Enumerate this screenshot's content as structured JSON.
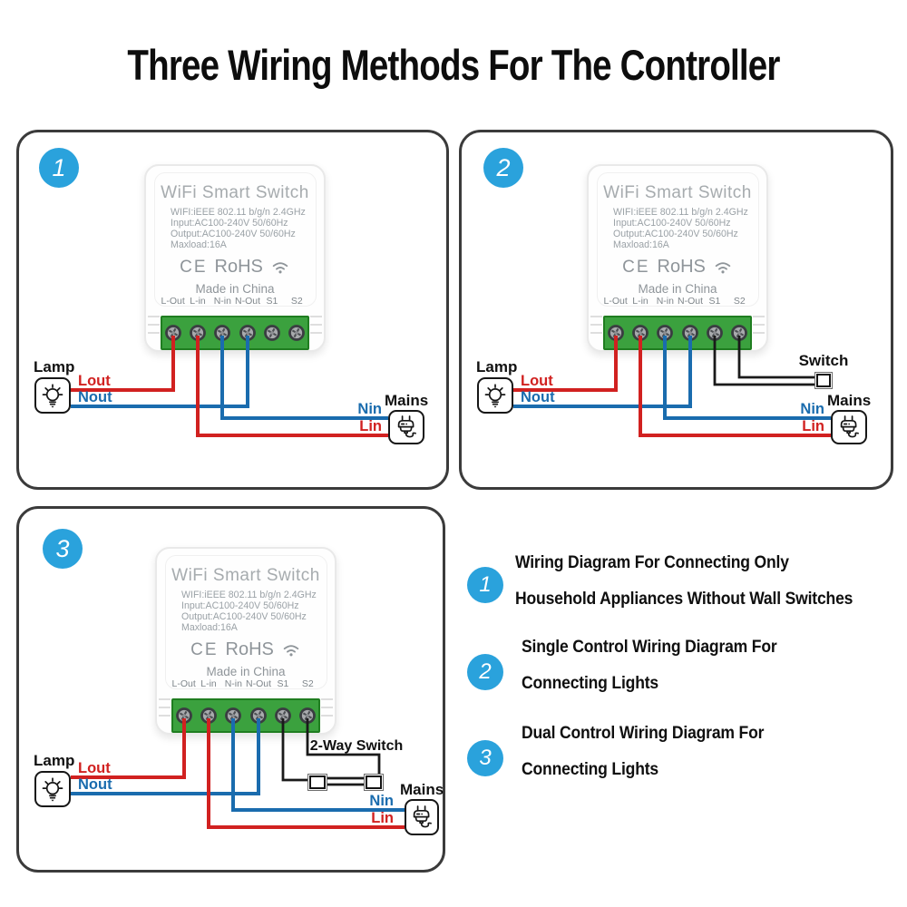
{
  "title": "Three Wiring Methods For The Controller",
  "colors": {
    "badge_blue": "#2aa2dc",
    "live_wire_red": "#d12120",
    "neutral_wire_blue": "#1a6cae",
    "switch_wire_black": "#1a1a1a",
    "terminal_green": "#3ba13e",
    "terminal_green_border": "#1f7d20",
    "panel_border": "#3b3b3b"
  },
  "device": {
    "title": "WiFi Smart Switch",
    "specs": [
      "WIFI:iEEE 802.11 b/g/n 2.4GHz",
      "Input:AC100-240V 50/60Hz",
      "Output:AC100-240V 50/60Hz",
      "Maxload:16A"
    ],
    "ce_mark": "CE",
    "rohs_mark": "RoHS",
    "made_in": "Made in China",
    "terminals": [
      "L-Out",
      "L-in",
      "N-in",
      "N-Out",
      "S1",
      "S2"
    ]
  },
  "panels": [
    {
      "badge": "1",
      "lamp": "Lamp",
      "mains": "Mains",
      "lout": "Lout",
      "nout": "Nout",
      "nin": "Nin",
      "lin": "Lin"
    },
    {
      "badge": "2",
      "lamp": "Lamp",
      "mains": "Mains",
      "lout": "Lout",
      "nout": "Nout",
      "nin": "Nin",
      "lin": "Lin",
      "switch": "Switch"
    },
    {
      "badge": "3",
      "lamp": "Lamp",
      "mains": "Mains",
      "lout": "Lout",
      "nout": "Nout",
      "nin": "Nin",
      "lin": "Lin",
      "switch": "2-Way Switch"
    }
  ],
  "legend": [
    {
      "badge": "1",
      "line1": "Wiring Diagram For Connecting Only",
      "line2": "Household Appliances Without Wall Switches"
    },
    {
      "badge": "2",
      "line1": "Single Control Wiring Diagram For",
      "line2": "Connecting Lights"
    },
    {
      "badge": "3",
      "line1": "Dual Control Wiring Diagram For",
      "line2": "Connecting Lights"
    }
  ]
}
